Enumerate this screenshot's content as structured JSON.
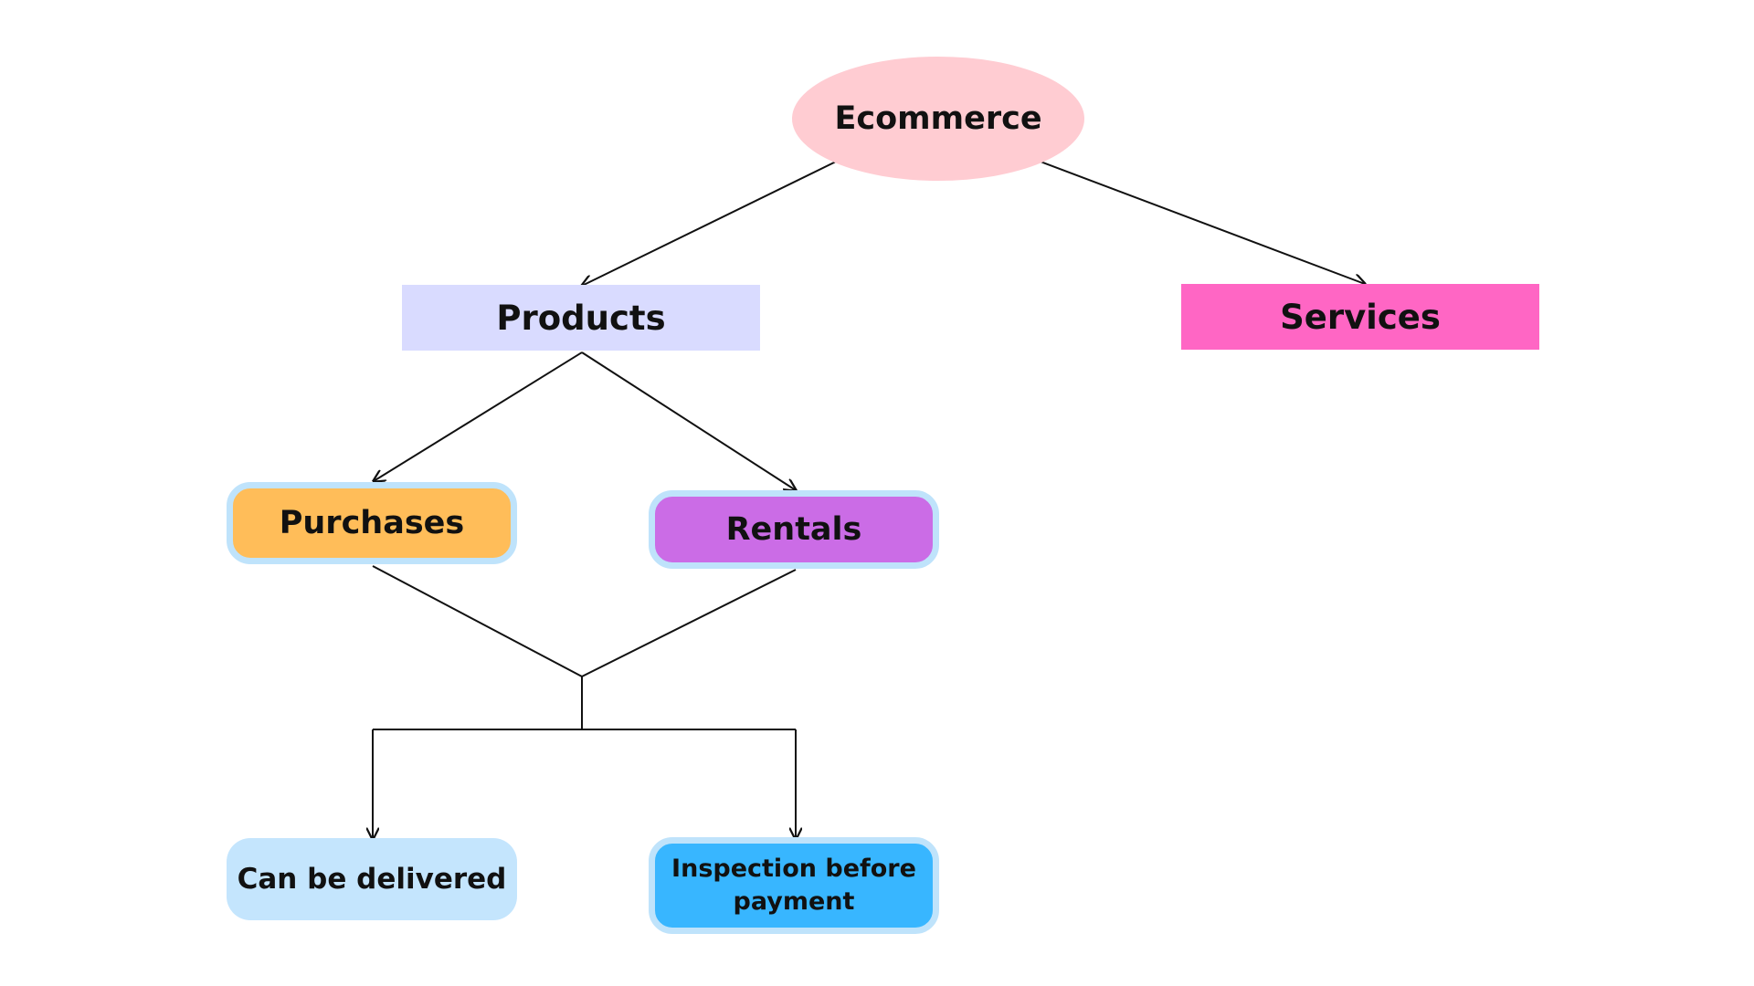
{
  "diagram": {
    "nodes": {
      "ecommerce": {
        "label": "Ecommerce",
        "fill": "#ffccd2"
      },
      "products": {
        "label": "Products",
        "fill": "#d9dbff"
      },
      "services": {
        "label": "Services",
        "fill": "#ff66c4"
      },
      "purchases": {
        "label": "Purchases",
        "fill": "#ffbd59",
        "outline": "#bfe3fb"
      },
      "rentals": {
        "label": "Rentals",
        "fill": "#cb6ce6",
        "outline": "#bfe3fb"
      },
      "delivered": {
        "label": "Can be delivered",
        "fill": "#c4e5fd"
      },
      "inspection": {
        "label": "Inspection before payment",
        "fill": "#38b6ff",
        "outline": "#bfe3fb"
      }
    },
    "edges": [
      {
        "from": "ecommerce",
        "to": "products",
        "arrow": true
      },
      {
        "from": "ecommerce",
        "to": "services",
        "arrow": true
      },
      {
        "from": "products",
        "to": "purchases",
        "arrow": true
      },
      {
        "from": "products",
        "to": "rentals",
        "arrow": true
      },
      {
        "from": "purchases",
        "to": "merge",
        "arrow": false
      },
      {
        "from": "rentals",
        "to": "merge",
        "arrow": false
      },
      {
        "from": "merge",
        "to": "delivered",
        "arrow": true
      },
      {
        "from": "merge",
        "to": "inspection",
        "arrow": true
      }
    ],
    "colors": {
      "connector": "#111111"
    }
  }
}
